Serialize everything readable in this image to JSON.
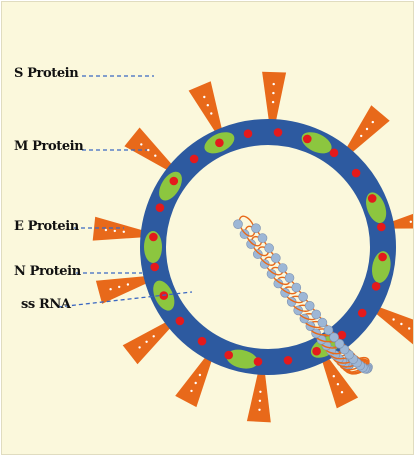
{
  "labels": {
    "s_protein": "S Protein",
    "m_protein": "M Protein",
    "e_protein": "E Protein",
    "n_protein": "N Protein",
    "ss_rna": "ss RNA"
  },
  "colors": {
    "background": "#fbf8dc",
    "envelope": "#2d5aa0",
    "spike": "#e8691a",
    "m_protein": "#8cc63f",
    "e_protein": "#e41a1c",
    "rna_strand": "#e8691a",
    "n_protein": "#9db7d6",
    "leader_line": "#3a67c2"
  }
}
